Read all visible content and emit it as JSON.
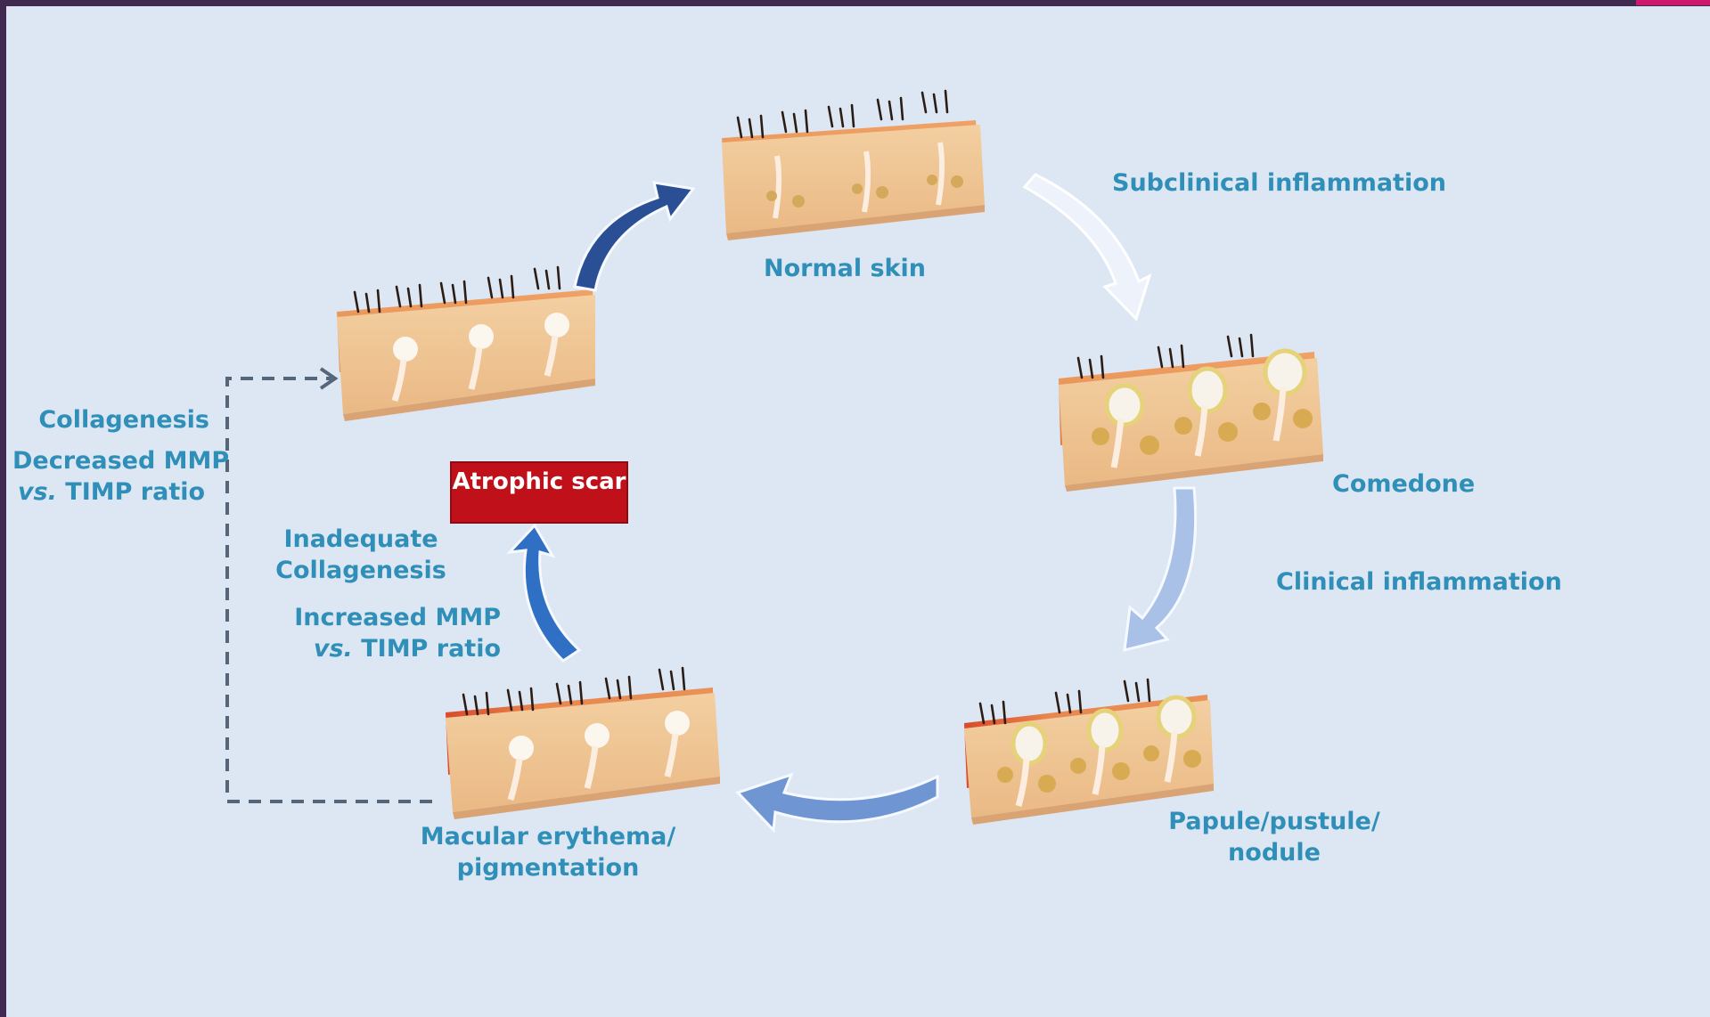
{
  "colors": {
    "label_blue": "#2f8fb8",
    "scar_red": "#c0111b",
    "arrow_dark": "#2f5ea8",
    "arrow_mid": "#6f96d2",
    "arrow_light": "#a9c1e6",
    "arrow_outline": "#f6f9ff",
    "skin_body": "#f1c696",
    "skin_top": "#e8894e",
    "frame": "#402a52",
    "accent": "#d0176e"
  },
  "stages": {
    "normal_skin": "Normal skin",
    "comedone": "Comedone",
    "papule_line1": "Papule/pustule/",
    "papule_line2": "nodule",
    "macular_line1": "Macular erythema/",
    "macular_line2": "pigmentation",
    "atrophic_scar": "Atrophic scar"
  },
  "transitions": {
    "subclinical": "Subclinical  inflammation",
    "clinical": "Clinical  inflammation"
  },
  "left_labels": {
    "collagenesis": "Collagenesis",
    "decreased_line1": "Decreased MMP",
    "decreased_vs": "vs.",
    "decreased_rest": " TIMP ratio"
  },
  "center_labels": {
    "inadequate_line1": "Inadequate",
    "inadequate_line2": "Collagenesis",
    "increased_line1": "Increased MMP",
    "increased_vs": "vs.",
    "increased_rest": " TIMP ratio"
  }
}
